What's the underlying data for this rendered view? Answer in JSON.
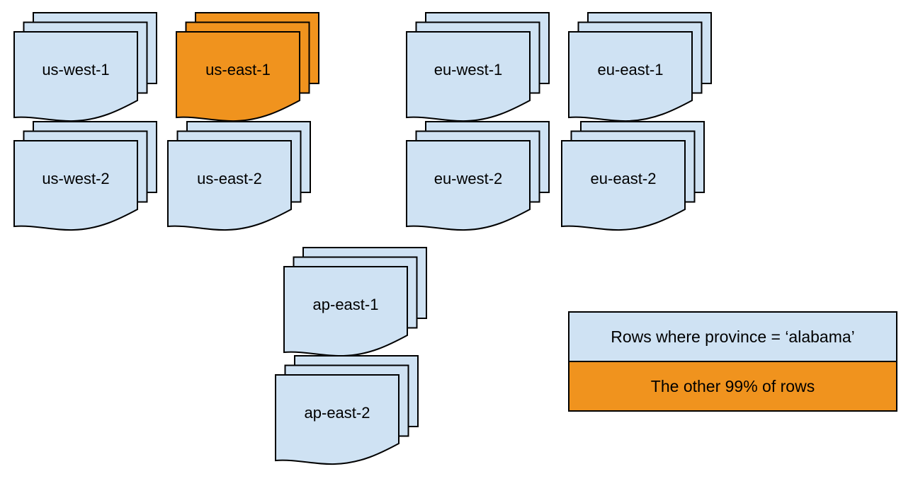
{
  "colors": {
    "region_default": "#cfe2f3",
    "region_highlight": "#f0931e",
    "stroke": "#000000",
    "background": "#ffffff"
  },
  "regions": [
    {
      "label": "us-west-1",
      "highlighted": false
    },
    {
      "label": "us-east-1",
      "highlighted": true
    },
    {
      "label": "eu-west-1",
      "highlighted": false
    },
    {
      "label": "eu-east-1",
      "highlighted": false
    },
    {
      "label": "us-west-2",
      "highlighted": false
    },
    {
      "label": "us-east-2",
      "highlighted": false
    },
    {
      "label": "eu-west-2",
      "highlighted": false
    },
    {
      "label": "eu-east-2",
      "highlighted": false
    },
    {
      "label": "ap-east-1",
      "highlighted": false
    },
    {
      "label": "ap-east-2",
      "highlighted": false
    }
  ],
  "legend": {
    "items": [
      {
        "label": "Rows where province = ‘alabama’",
        "color": "#cfe2f3"
      },
      {
        "label": "The other 99% of rows",
        "color": "#f0931e"
      }
    ]
  }
}
